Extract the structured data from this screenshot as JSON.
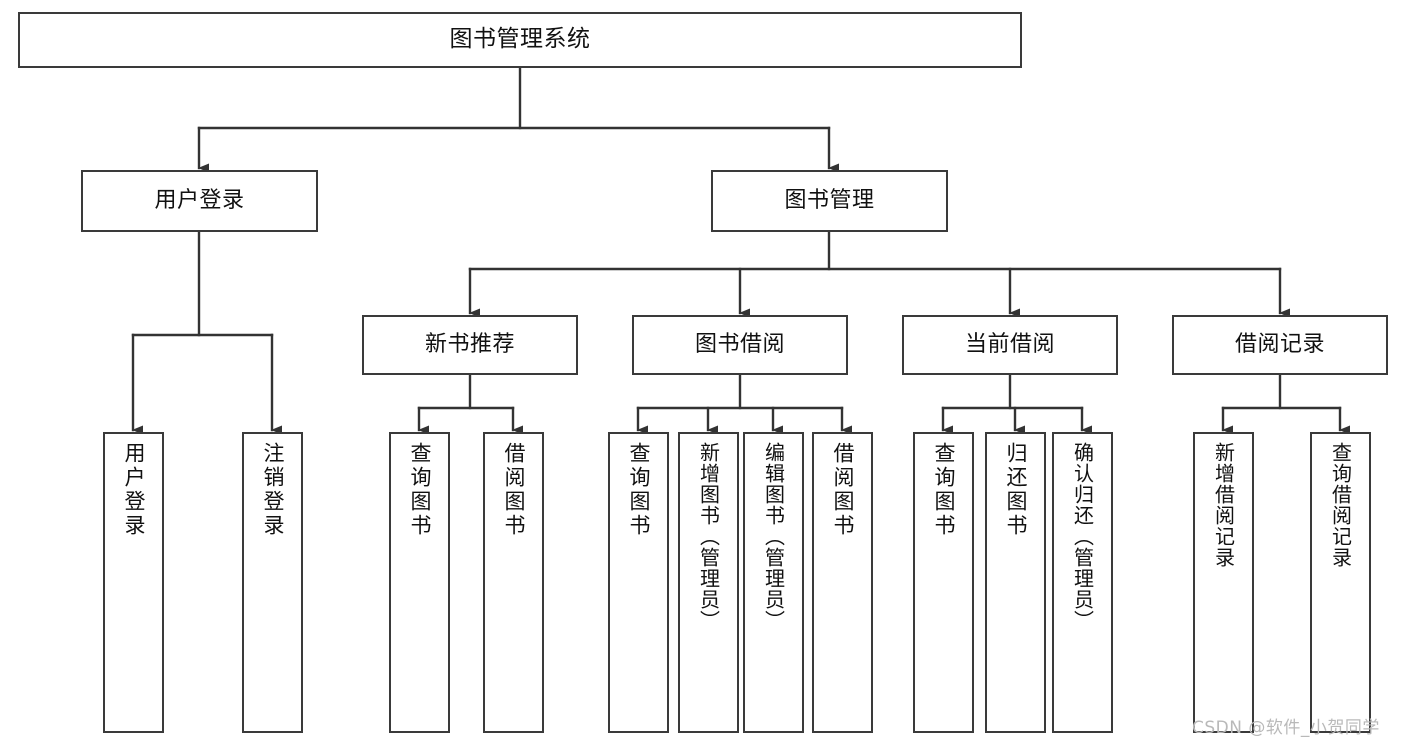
{
  "diagram": {
    "title": "图书管理系统",
    "type": "hierarchy-tree",
    "watermark": "CSDN @软件_小贺同学",
    "colors": {
      "border": "#3a3a3a",
      "background": "#ffffff",
      "text": "#111111",
      "edge": "#333333",
      "watermark": "#b9b9b9"
    },
    "nodes": {
      "root": {
        "label": "图书管理系统"
      },
      "level2": [
        {
          "id": "user-login",
          "label": "用户登录"
        },
        {
          "id": "book-management",
          "label": "图书管理"
        }
      ],
      "level3": [
        {
          "id": "new-book-recommend",
          "label": "新书推荐"
        },
        {
          "id": "book-borrow",
          "label": "图书借阅"
        },
        {
          "id": "current-borrow",
          "label": "当前借阅"
        },
        {
          "id": "borrow-record",
          "label": "借阅记录"
        }
      ],
      "leaves": {
        "user-login": [
          {
            "id": "leaf-user-login",
            "label": "用户登录"
          },
          {
            "id": "leaf-logout-login",
            "label": "注销登录"
          }
        ],
        "new-book-recommend": [
          {
            "id": "leaf-query-book-1",
            "label": "查询图书"
          },
          {
            "id": "leaf-borrow-book-1",
            "label": "借阅图书"
          }
        ],
        "book-borrow": [
          {
            "id": "leaf-query-book-2",
            "label": "查询图书"
          },
          {
            "id": "leaf-add-book",
            "label": "新增图书（管理员）"
          },
          {
            "id": "leaf-edit-book",
            "label": "编辑图书（管理员）"
          },
          {
            "id": "leaf-borrow-book-2",
            "label": "借阅图书"
          }
        ],
        "current-borrow": [
          {
            "id": "leaf-query-book-3",
            "label": "查询图书"
          },
          {
            "id": "leaf-return-book",
            "label": "归还图书"
          },
          {
            "id": "leaf-confirm-return",
            "label": "确认归还（管理员）"
          }
        ],
        "borrow-record": [
          {
            "id": "leaf-add-record",
            "label": "新增借阅记录"
          },
          {
            "id": "leaf-query-record",
            "label": "查询借阅记录"
          }
        ]
      }
    }
  }
}
